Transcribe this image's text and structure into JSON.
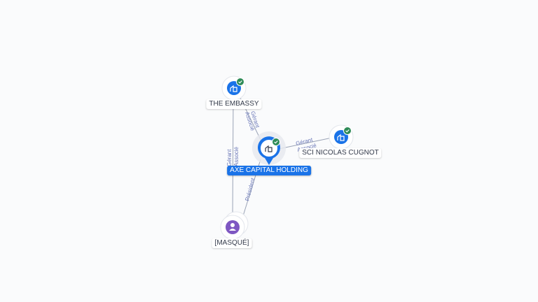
{
  "colors": {
    "accent": "#1a73e8",
    "verified": "#2e8b57",
    "person": "#7e57c2",
    "edge": "#9aa3b6",
    "edge_label": "#6b78b8"
  },
  "nodes": {
    "axe": {
      "label": "AXE CAPITAL HOLDING",
      "icon": "building-icon",
      "verified": true
    },
    "embassy": {
      "label": "THE EMBASSY",
      "icon": "building-icon",
      "verified": true
    },
    "sci": {
      "label": "SCI NICOLAS CUGNOT",
      "icon": "building-icon",
      "verified": true
    },
    "person": {
      "label": "[MASQUÉ]",
      "icon": "person-icon",
      "verified": false
    }
  },
  "edges": {
    "embassy_axe": {
      "label1": "Gérant",
      "label2": "Associé"
    },
    "axe_sci": {
      "label1": "Gérant",
      "label2": "Associé"
    },
    "embassy_person": {
      "label1": "Gérant",
      "label2": "Associé"
    },
    "axe_person": {
      "label1": "Président"
    }
  }
}
